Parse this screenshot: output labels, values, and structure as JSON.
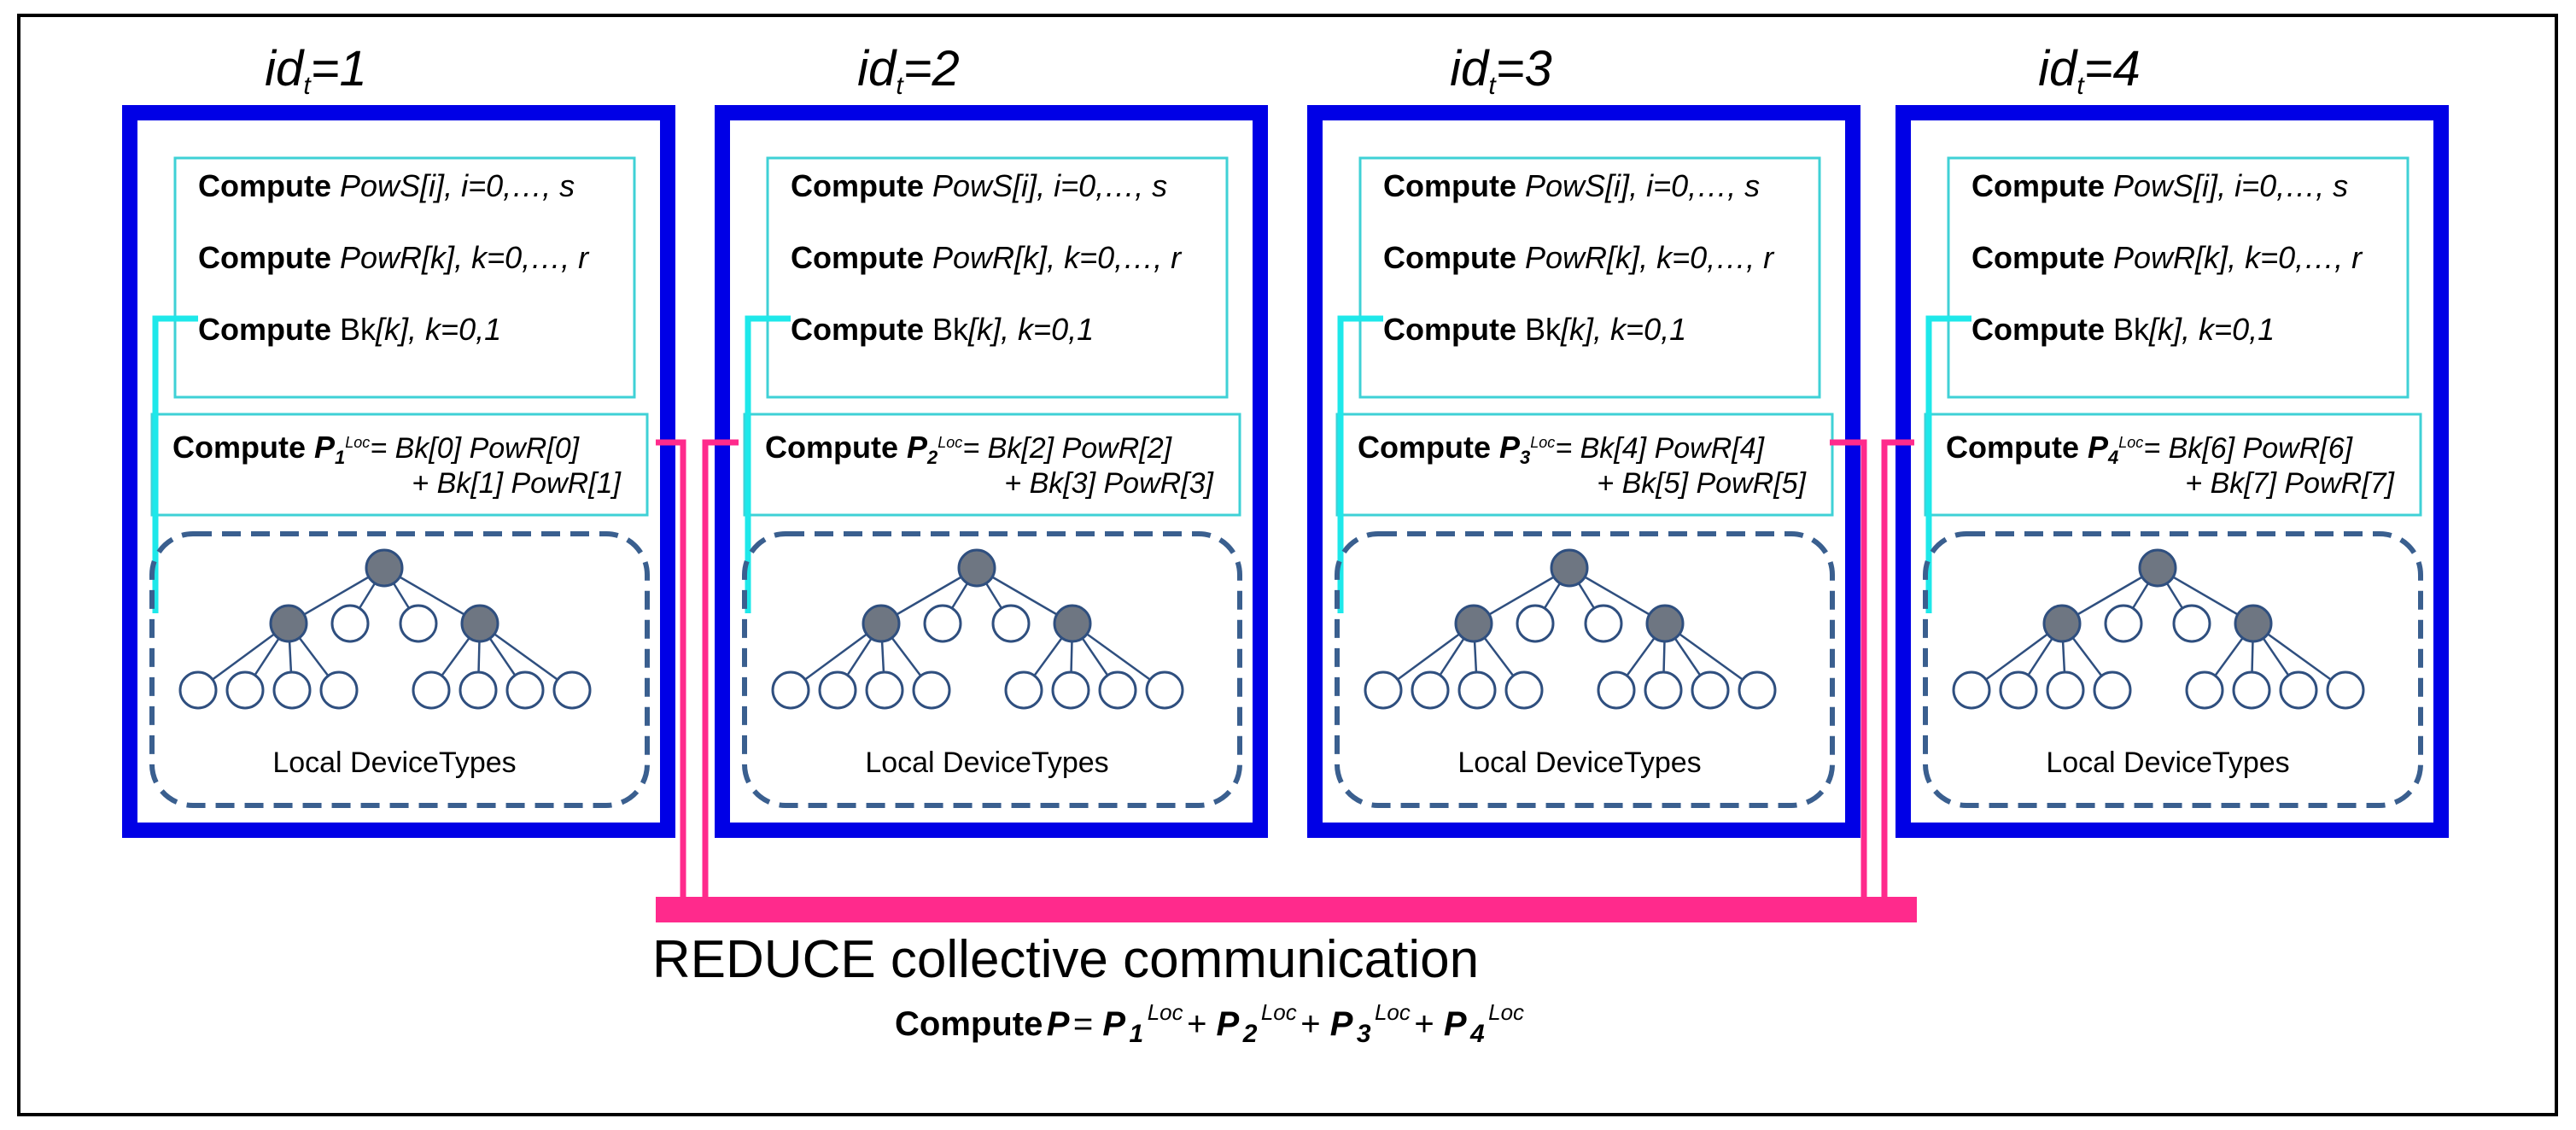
{
  "process_prefix": "id",
  "process_sub": "t",
  "processes": [
    {
      "id": "=1",
      "p_index": "1",
      "sum_terms": [
        [
          "Bk[0]",
          "PowR[0]"
        ],
        [
          "Bk[1]",
          "PowR[1]"
        ]
      ]
    },
    {
      "id": "=2",
      "p_index": "2",
      "sum_terms": [
        [
          "Bk[2]",
          "PowR[2]"
        ],
        [
          "Bk[3]",
          "PowR[3]"
        ]
      ]
    },
    {
      "id": "=3",
      "p_index": "3",
      "sum_terms": [
        [
          "Bk[4]",
          "PowR[4]"
        ],
        [
          "Bk[5]",
          "PowR[5]"
        ]
      ]
    },
    {
      "id": "=4",
      "p_index": "4",
      "sum_terms": [
        [
          "Bk[6]",
          "PowR[6]"
        ],
        [
          "Bk[7]",
          "PowR[7]"
        ]
      ]
    }
  ],
  "steps": [
    {
      "verb": "Compute",
      "name": "PowS[i]",
      "suffix": ", i=0,…, s"
    },
    {
      "verb": "Compute",
      "name": "PowR[k]",
      "suffix": ", k=0,…, r"
    },
    {
      "verb": "Compute",
      "name_plain": "Bk",
      "name": "[k]",
      "suffix": ", k=0,1"
    }
  ],
  "local_compute": {
    "verb": "Compute",
    "symbol": "P",
    "sup": "Loc",
    "eq": "= ",
    "plus": "+ "
  },
  "tree_label": "Local DeviceTypes",
  "reduce": {
    "title": "REDUCE collective communication",
    "verb": "Compute",
    "lhs": "P",
    "eq": " = ",
    "plus": " + ",
    "term_symbol": "P",
    "term_sup": "Loc",
    "indices": [
      "1",
      "2",
      "3",
      "4"
    ]
  },
  "colors": {
    "frame": "#000000",
    "process_box": "#0000e6",
    "steps_box": "#3fd1d6",
    "connector": "#1ee8ea",
    "reduce_bar": "#ff2a8c",
    "tree_border": "#3a5f8f",
    "tree_node_filled": "#6e7682",
    "tree_node_empty": "#ffffff",
    "tree_stroke": "#2f4f7f"
  }
}
